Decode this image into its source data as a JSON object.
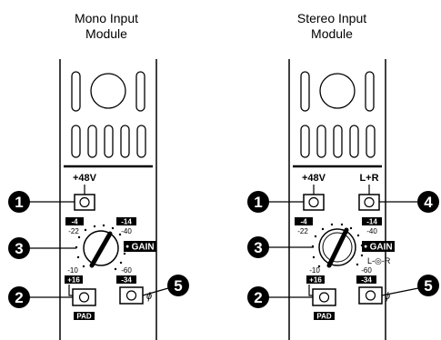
{
  "modules": [
    {
      "title_line1": "Mono Input",
      "title_line2": "Module",
      "phantom_label": "+48V",
      "gain_label": "GAIN",
      "scale": {
        "top_left": "-4",
        "top_left_sub": "-22",
        "top_right": "-14",
        "top_right_sub": "-40",
        "bottom_left_sub": "-10",
        "bottom_left": "+16",
        "bottom_right_sub": "-60",
        "bottom_right": "-34"
      },
      "pad_label": "PAD",
      "phase_symbol": "ϕ",
      "callouts": [
        "1",
        "2",
        "3",
        "5"
      ]
    },
    {
      "title_line1": "Stereo Input",
      "title_line2": "Module",
      "phantom_label": "+48V",
      "lr_label": "L+R",
      "gain_label": "GAIN",
      "mode_label": "L-◎-R",
      "scale": {
        "top_left": "-4",
        "top_left_sub": "-22",
        "top_right": "-14",
        "top_right_sub": "-40",
        "bottom_left_sub": "-10",
        "bottom_left": "+16",
        "bottom_right_sub": "-60",
        "bottom_right": "-34"
      },
      "pad_label": "PAD",
      "phase_symbol": "ϕ",
      "callouts": [
        "1",
        "2",
        "3",
        "4",
        "5"
      ]
    }
  ]
}
